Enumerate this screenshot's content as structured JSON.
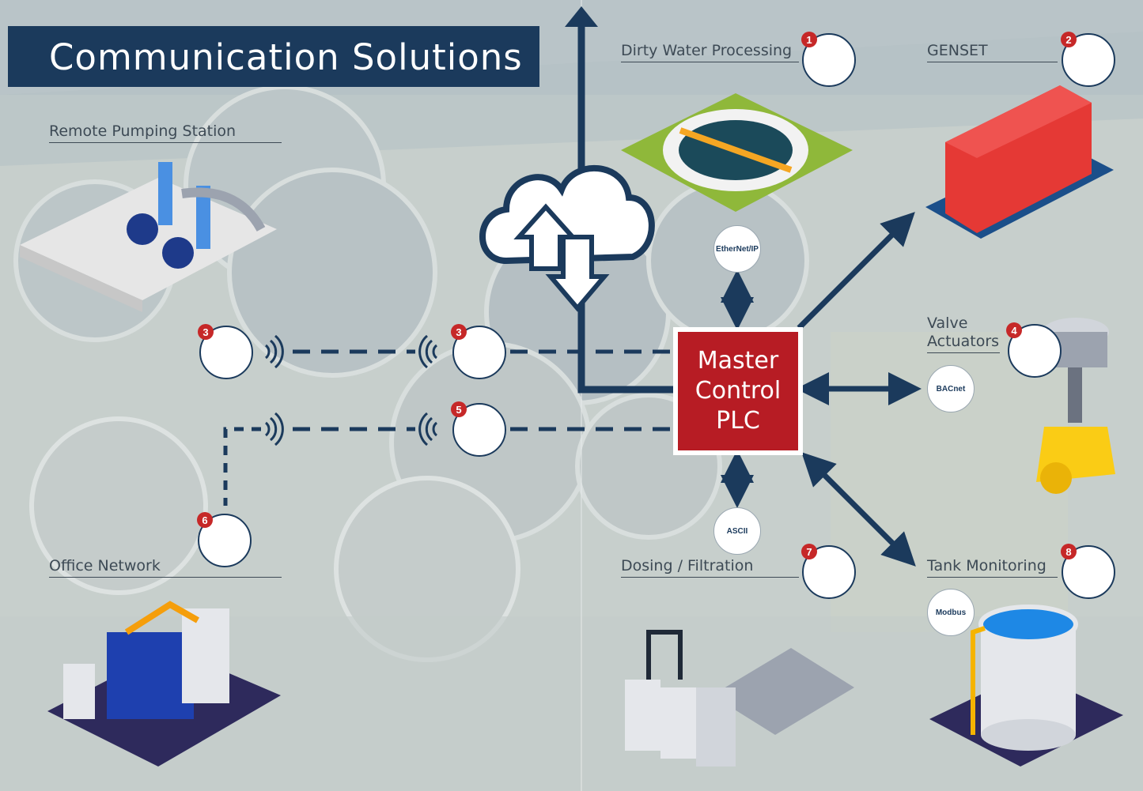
{
  "title": "Communication Solutions",
  "plc": {
    "line1": "Master",
    "line2": "Control",
    "line3": "PLC"
  },
  "sections": {
    "remote_pumping_station": "Remote Pumping Station",
    "dirty_water_processing": "Dirty Water Processing",
    "genset": "GENSET",
    "valve_actuators_line1": "Valve",
    "valve_actuators_line2": "Actuators",
    "office_network": "Office Network",
    "dosing_filtration": "Dosing / Filtration",
    "tank_monitoring": "Tank Monitoring"
  },
  "protocols": {
    "ethernet_ip": "EtherNet/IP",
    "bacnet": "BACnet",
    "ascii": "ASCII",
    "modbus": "Modbus"
  },
  "badges": [
    "1",
    "2",
    "3",
    "3",
    "4",
    "5",
    "6",
    "7",
    "8"
  ],
  "colors": {
    "navy": "#1b3a5c",
    "plc_red": "#b71c24",
    "badge_red": "#c62828"
  }
}
